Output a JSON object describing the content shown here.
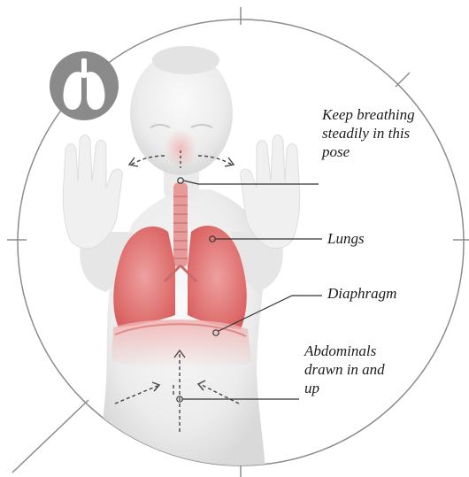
{
  "icon": "lungs-icon",
  "colors": {
    "ring": "#8c8c8c",
    "badge": "#8a8a8a",
    "body": "#ececec",
    "lungs": "#e37a7a",
    "trachea": "#e79a9a",
    "leader_line": "#333333"
  },
  "labels": {
    "breathing": "Keep breathing steadily in this pose",
    "lungs": "Lungs",
    "diaphragm": "Diaphragm",
    "abdominals": "Abdominals drawn in and up"
  }
}
